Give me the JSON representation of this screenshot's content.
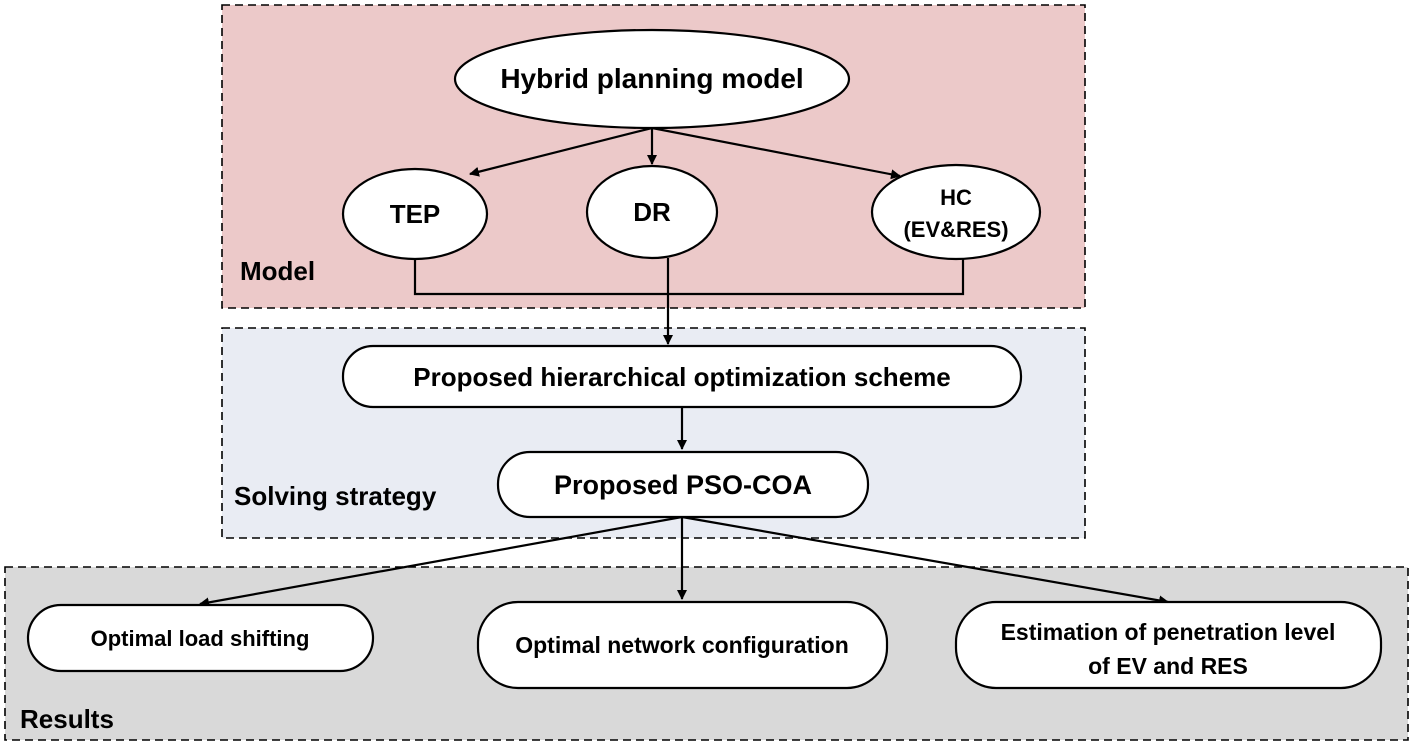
{
  "panels": {
    "model": {
      "label": "Model",
      "fill": "#ecc9c9"
    },
    "solving": {
      "label": "Solving strategy",
      "fill": "#e9ecf3"
    },
    "results": {
      "label": "Results",
      "fill": "#d9d9d9"
    }
  },
  "nodes": {
    "hybrid": "Hybrid planning model",
    "tep": "TEP",
    "dr": "DR",
    "hc_line1": "HC",
    "hc_line2": "(EV&RES)",
    "hierarchical": "Proposed hierarchical optimization scheme",
    "pso": "Proposed PSO-COA",
    "load_shifting": "Optimal load shifting",
    "network_config": "Optimal network configuration",
    "estimation_line1": "Estimation of penetration level",
    "estimation_line2": "of EV and RES"
  },
  "colors": {
    "line": "#000000",
    "node_fill": "#ffffff"
  }
}
